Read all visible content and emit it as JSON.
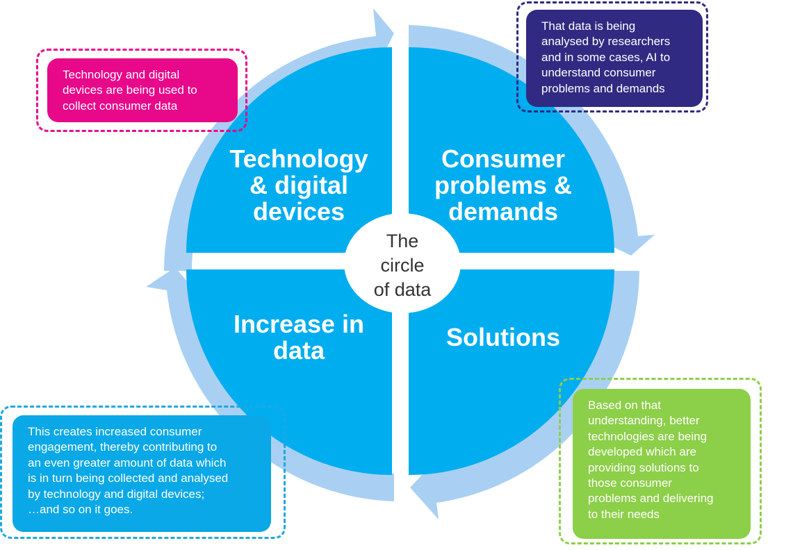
{
  "quadrants": {
    "top_left": "Technology\n& digital\ndevices",
    "top_right": "Consumer\nproblems &\ndemands",
    "bottom_left": "Increase in\ndata",
    "bottom_right": "Solutions"
  },
  "center": "The\ncircle\nof data",
  "callouts": {
    "top_left": "Technology and digital\ndevices are being used to\ncollect consumer data",
    "top_right": "That data is being\nanalysed by researchers\nand in some cases, AI to\nunderstand consumer\nproblems and demands",
    "bottom_left": "This creates increased consumer\nengagement, thereby contributing to\nan even greater amount of data which\nis in turn being collected and analysed\nby technology and digital devices;\n…and so on it goes.",
    "bottom_right": "Based on that\nunderstanding, better\ntechnologies are being\ndeveloped which are\nproviding solutions to\nthose consumer\nproblems and delivering\nto their needs"
  },
  "colors": {
    "quadrant_fill": "#00adef",
    "arrow_ring": "#a9d0f3",
    "center_fill": "#ffffff",
    "callout_top_left": "#e8088a",
    "callout_top_right": "#302a82",
    "callout_bottom_left": "#0aa8e6",
    "callout_bottom_right": "#8ccf48"
  }
}
